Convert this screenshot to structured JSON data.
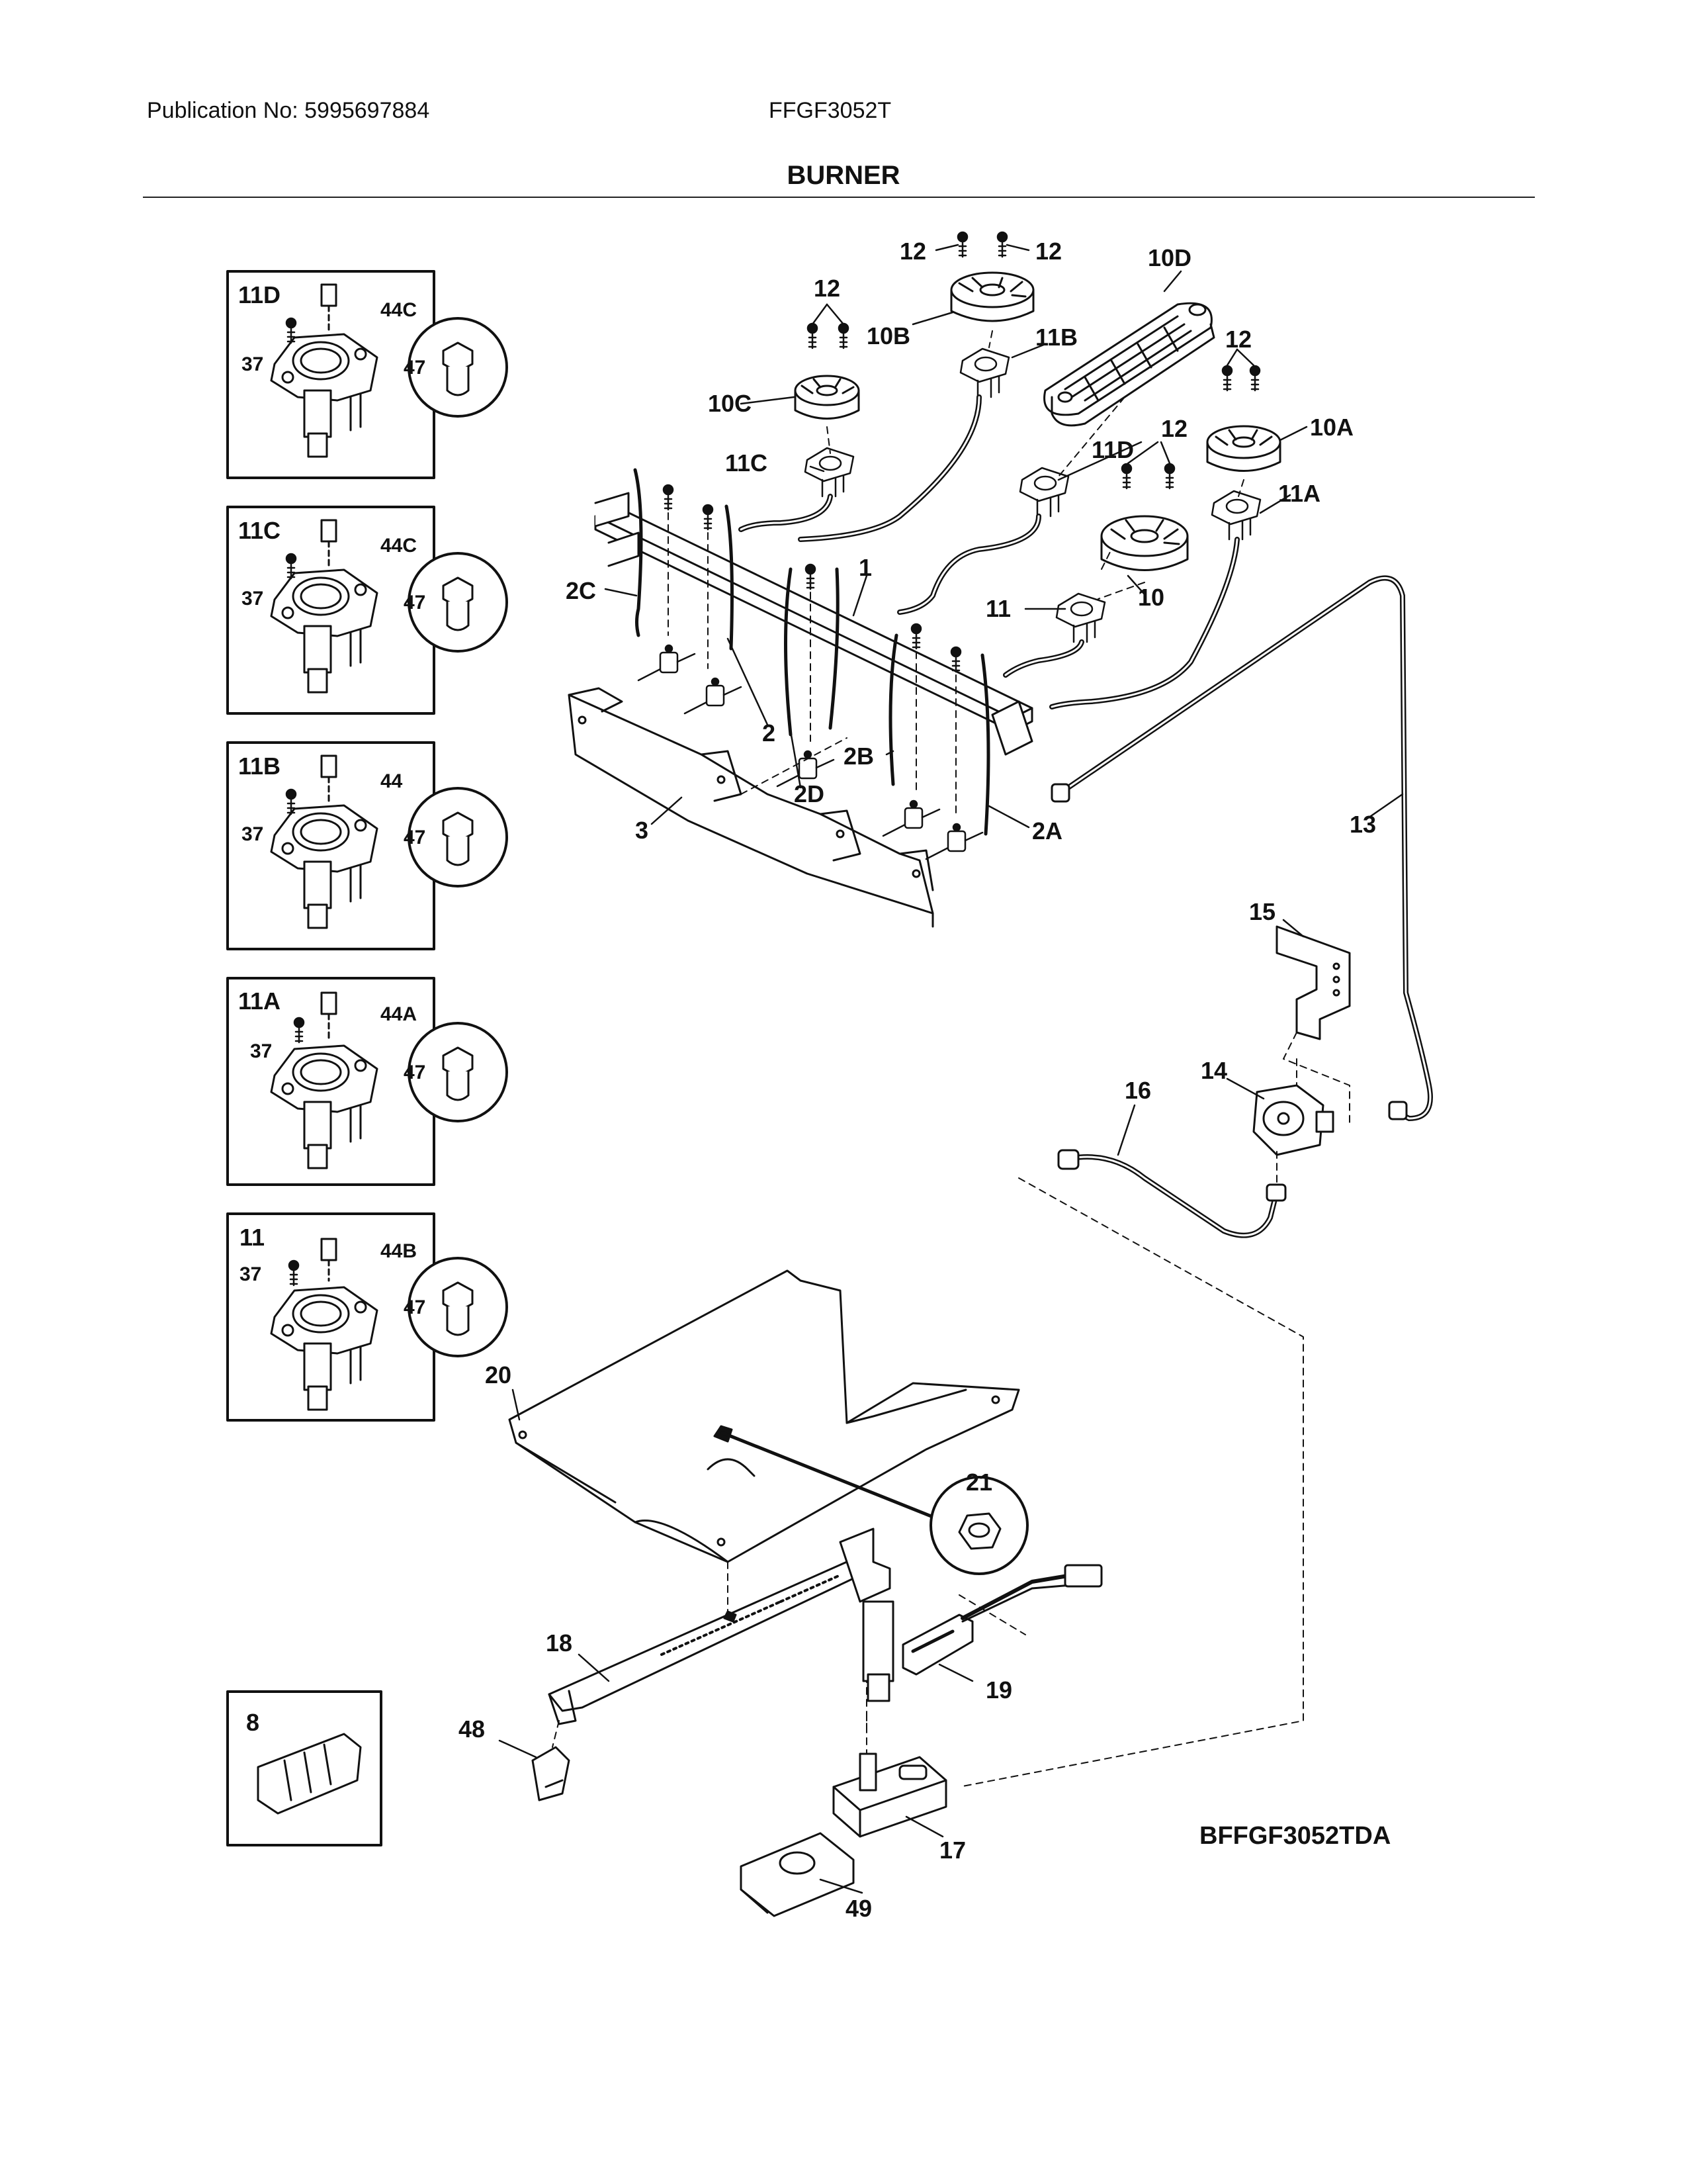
{
  "header": {
    "publication": "Publication No: 5995697884",
    "model": "FFGF3052T",
    "title": "BURNER"
  },
  "diagram_code": "BFFGF3052TDA",
  "insets": [
    {
      "id": "11D",
      "screw": "44C",
      "left": "37",
      "orifice": "47"
    },
    {
      "id": "11C",
      "screw": "44C",
      "left": "37",
      "orifice": "47"
    },
    {
      "id": "11B",
      "screw": "44",
      "left": "37",
      "orifice": "47"
    },
    {
      "id": "11A",
      "screw": "44A",
      "left": "37",
      "orifice": "47"
    },
    {
      "id": "11",
      "screw": "44B",
      "left": "37",
      "orifice": "47"
    }
  ],
  "inset_part8": "8",
  "callouts": {
    "p12a": "12",
    "p12b": "12",
    "p12c": "12",
    "p12d": "12",
    "p12e": "12",
    "p10D": "10D",
    "p10B": "10B",
    "p11B": "11B",
    "p10C": "10C",
    "p11C": "11C",
    "p10A": "10A",
    "p11D": "11D",
    "p11A": "11A",
    "p10": "10",
    "p11": "11",
    "p1": "1",
    "p2": "2",
    "p2C": "2C",
    "p2B": "2B",
    "p2D": "2D",
    "p2A": "2A",
    "p3": "3",
    "p13": "13",
    "p15": "15",
    "p14": "14",
    "p16": "16",
    "p20": "20",
    "p21": "21",
    "p18": "18",
    "p19": "19",
    "p48": "48",
    "p17": "17",
    "p49": "49"
  }
}
